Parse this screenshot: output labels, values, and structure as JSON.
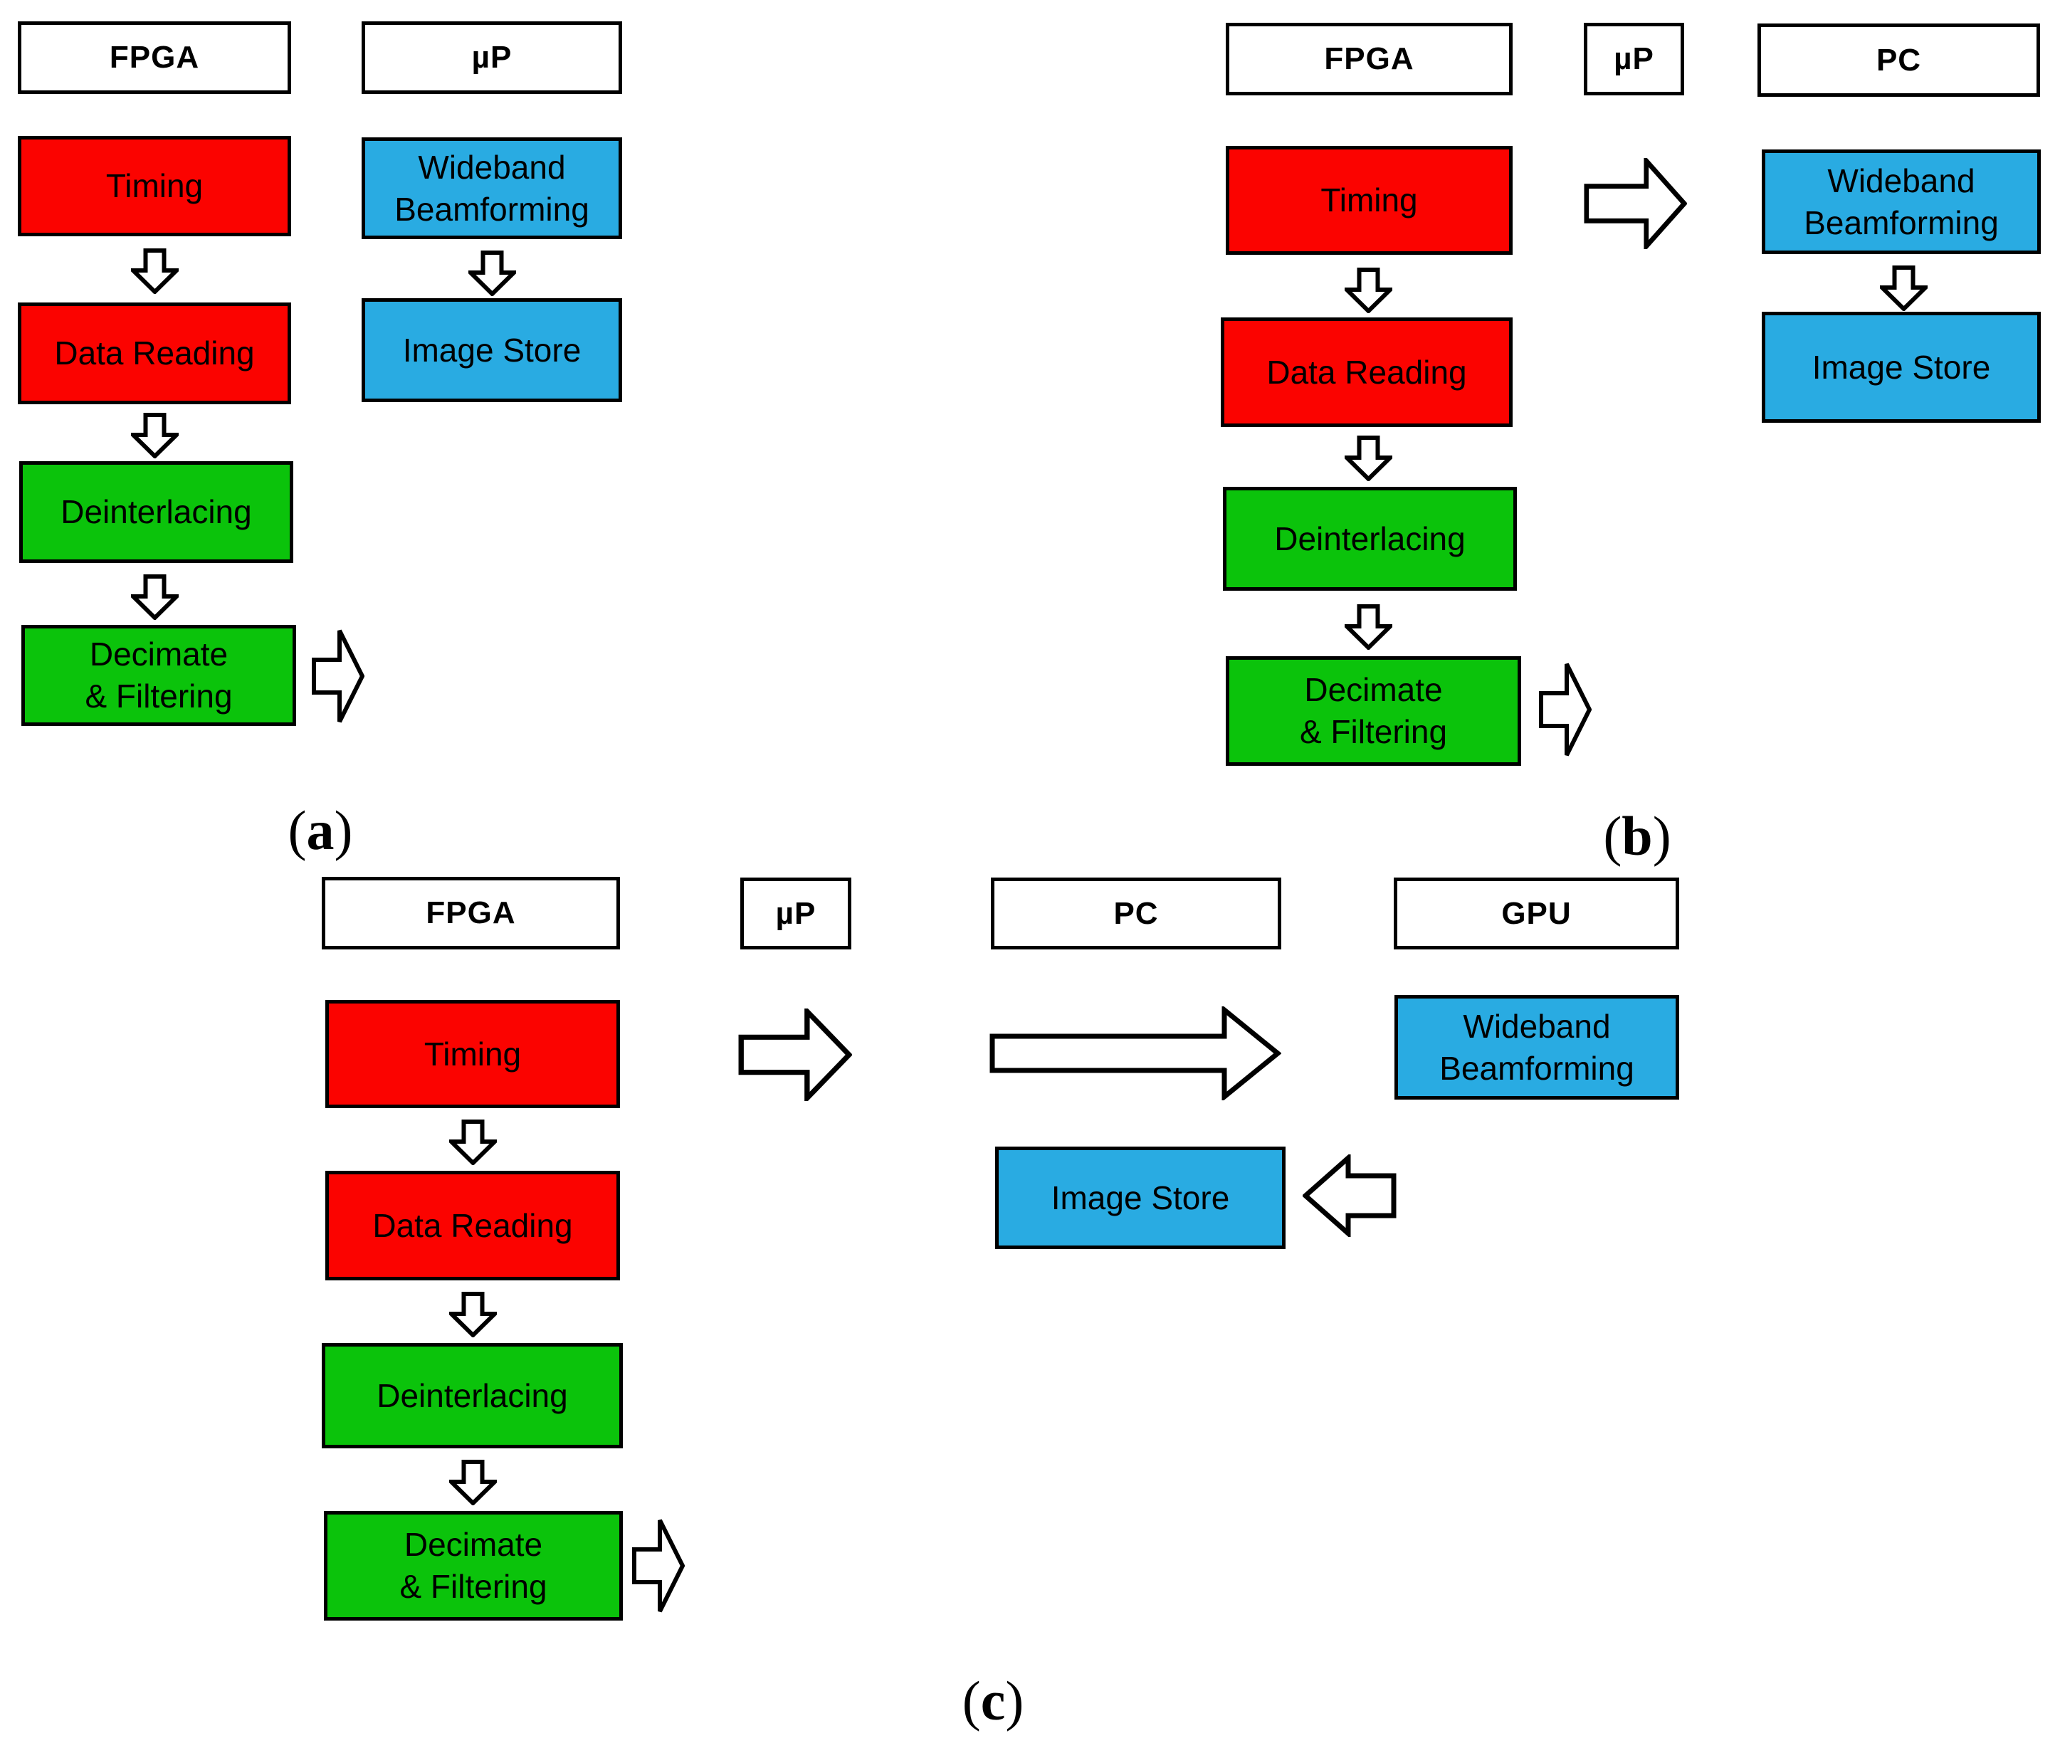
{
  "colors": {
    "red": "#FB0300",
    "green": "#0BC30B",
    "blue": "#29ABE2",
    "header_fill": "#FFFFFF",
    "border": "#000000",
    "text": "#000000",
    "background": "#FFFFFF"
  },
  "icons": {
    "down_arrow": "down-block-arrow-icon",
    "right_arrow": "right-block-arrow-icon",
    "big_right_arrow": "large-right-block-arrow-icon",
    "long_right_arrow": "long-right-block-arrow-icon",
    "left_arrow": "left-block-arrow-icon"
  },
  "panels": {
    "a": {
      "caption": {
        "open": "(",
        "letter": "a",
        "close": ")"
      },
      "headers": {
        "fpga": "FPGA",
        "microprocessor": "µP"
      },
      "boxes": {
        "timing": "Timing",
        "data_reading": "Data Reading",
        "deinterlacing": "Deinterlacing",
        "decimate_filtering": "Decimate\n& Filtering",
        "wideband_beamforming": "Wideband\nBeamforming",
        "image_store": "Image Store"
      }
    },
    "b": {
      "caption": {
        "open": "(",
        "letter": "b",
        "close": ")"
      },
      "headers": {
        "fpga": "FPGA",
        "microprocessor": "µP",
        "pc": "PC"
      },
      "boxes": {
        "timing": "Timing",
        "data_reading": "Data Reading",
        "deinterlacing": "Deinterlacing",
        "decimate_filtering": "Decimate\n& Filtering",
        "wideband_beamforming": "Wideband\nBeamforming",
        "image_store": "Image Store"
      }
    },
    "c": {
      "caption": {
        "open": "(",
        "letter": "c",
        "close": ")"
      },
      "headers": {
        "fpga": "FPGA",
        "microprocessor": "µP",
        "pc": "PC",
        "gpu": "GPU"
      },
      "boxes": {
        "timing": "Timing",
        "data_reading": "Data Reading",
        "deinterlacing": "Deinterlacing",
        "decimate_filtering": "Decimate\n& Filtering",
        "wideband_beamforming": "Wideband\nBeamforming",
        "image_store": "Image Store"
      }
    }
  }
}
